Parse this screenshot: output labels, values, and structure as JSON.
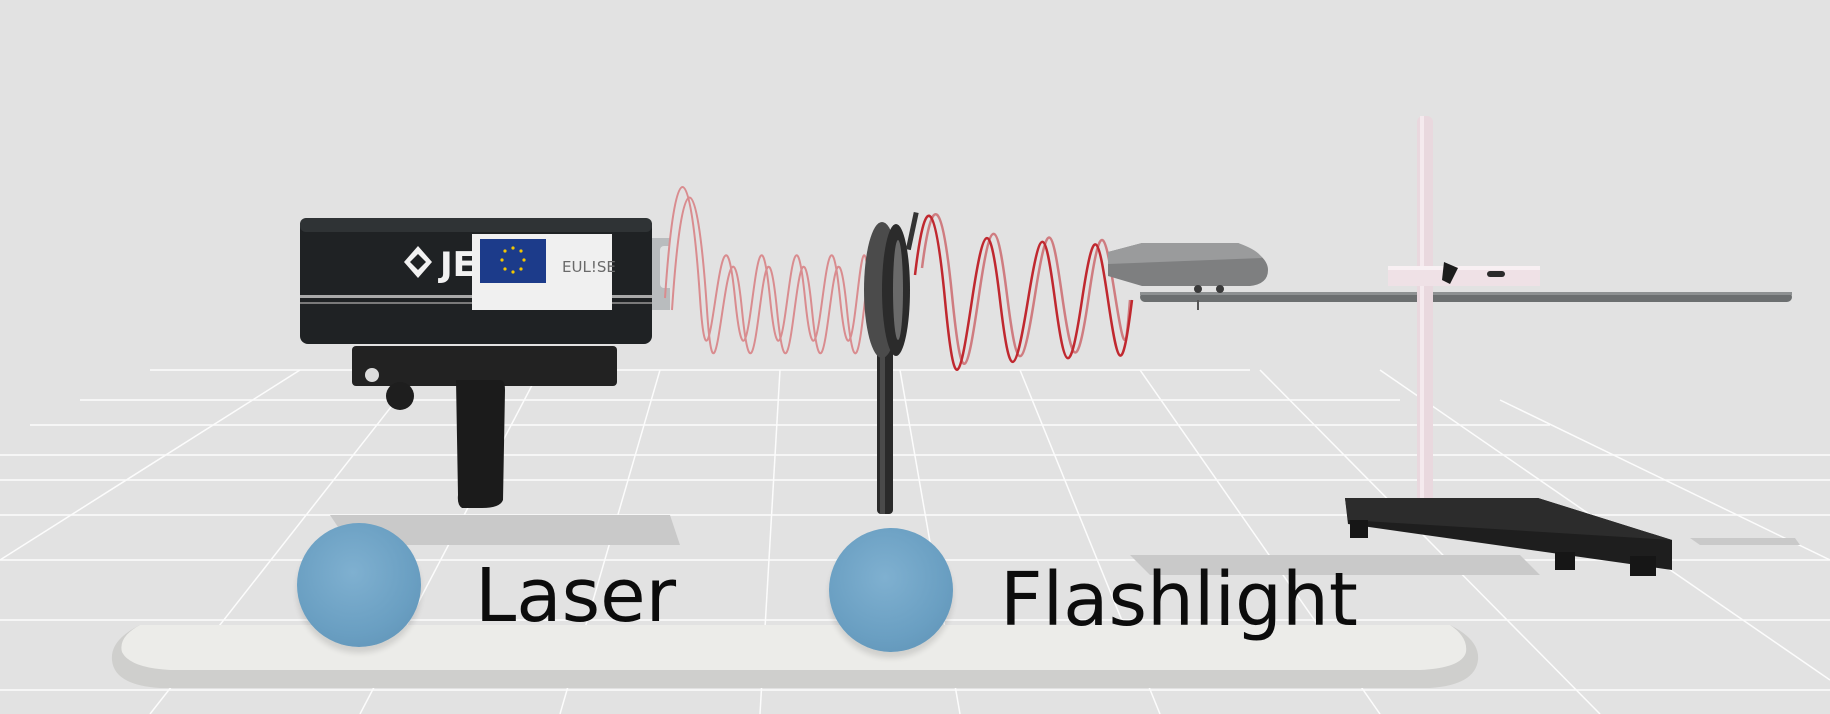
{
  "scene": {
    "background_color": "#e2e2e2",
    "grid_color": "#ffffff"
  },
  "device": {
    "logo_text": "JE",
    "badge_text": "EUL!SE"
  },
  "choices": [
    {
      "label": "Laser",
      "button_color": "#6a9fc2"
    },
    {
      "label": "Flashlight",
      "button_color": "#6a9fc2"
    }
  ],
  "wave": {
    "color": "#c0282f"
  }
}
